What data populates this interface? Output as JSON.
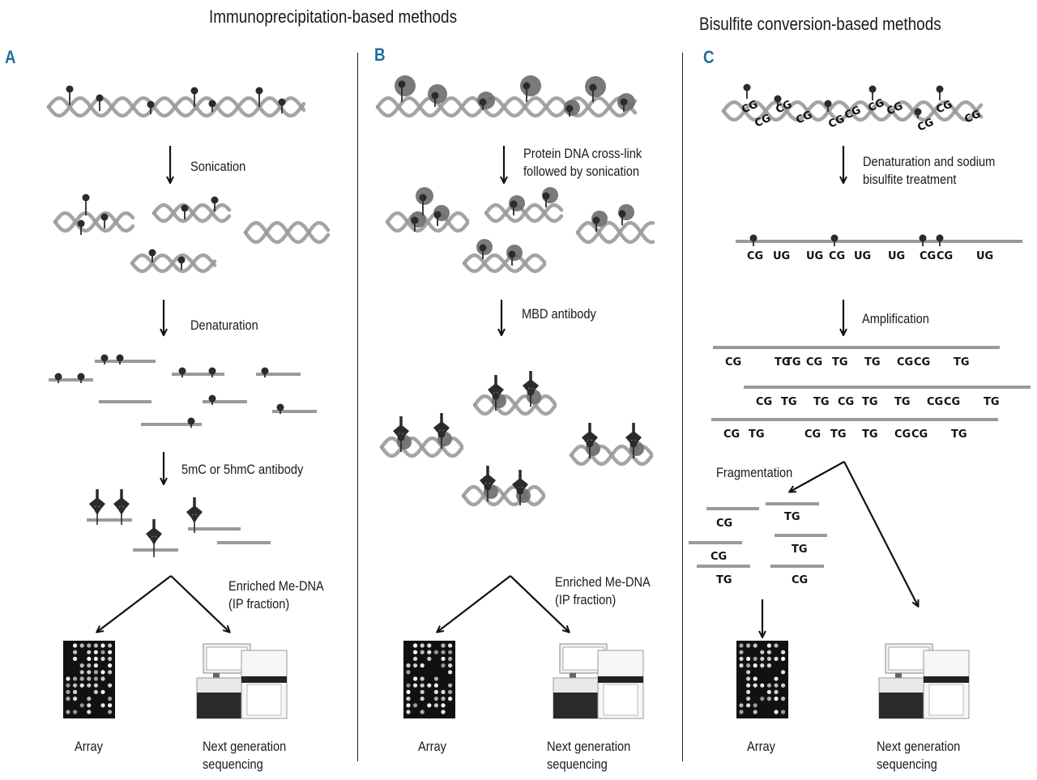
{
  "headers": {
    "immuno": "Immunoprecipitation-based methods",
    "bisulfite": "Bisulfite conversion-based methods"
  },
  "panels": {
    "a": {
      "letter": "A",
      "steps": {
        "sonication": "Sonication",
        "denaturation": "Denaturation",
        "antibody": "5mC or 5hmC antibody",
        "enriched_line1": "Enriched Me-DNA",
        "enriched_line2": "(IP fraction)"
      },
      "outputs": {
        "array": "Array",
        "ngs_line1": "Next generation",
        "ngs_line2": "sequencing"
      }
    },
    "b": {
      "letter": "B",
      "steps": {
        "crosslink_line1": "Protein DNA cross-link",
        "crosslink_line2": "followed by sonication",
        "mbd": "MBD antibody",
        "enriched_line1": "Enriched Me-DNA",
        "enriched_line2": "(IP fraction)"
      },
      "outputs": {
        "array": "Array",
        "ngs_line1": "Next generation",
        "ngs_line2": "sequencing"
      }
    },
    "c": {
      "letter": "C",
      "steps": {
        "bisulfite_line1": "Denaturation and sodium",
        "bisulfite_line2": "bisulfite treatment",
        "amplification": "Amplification",
        "fragmentation": "Fragmentation"
      },
      "dinucleotides": {
        "cg": "CG",
        "ug": "UG",
        "tg": "TG"
      },
      "outputs": {
        "array": "Array",
        "ngs_line1": "Next generation",
        "ngs_line2": "sequencing"
      }
    }
  },
  "colors": {
    "dna_strand": "#9a9a9a",
    "pin": "#2b2b2b",
    "protein": "#6f6f6f",
    "panel_letter": "#1f6e9c",
    "arrow": "#111111"
  }
}
